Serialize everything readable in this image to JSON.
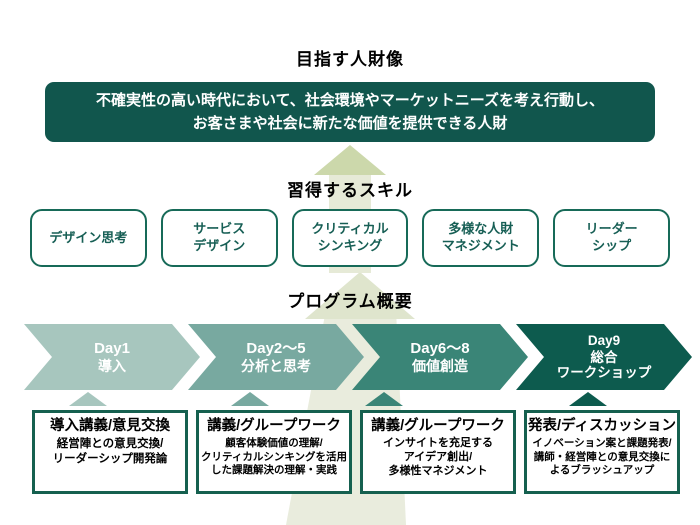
{
  "diagram": {
    "goal": {
      "heading": "目指す人財像",
      "statement": "不確実性の高い時代において、社会環境やマーケットニーズを考え行動し、\nお客さまや社会に新たな価値を提供できる人財"
    },
    "skills": {
      "heading": "習得するスキル",
      "items": [
        {
          "label": "デザイン思考"
        },
        {
          "label": "サービス\nデザイン"
        },
        {
          "label": "クリティカル\nシンキング"
        },
        {
          "label": "多様な人財\nマネジメント"
        },
        {
          "label": "リーダー\nシップ"
        }
      ]
    },
    "program": {
      "heading": "プログラム概要",
      "phases": [
        {
          "day": "Day1",
          "label": "導入",
          "color": "#a7c6be"
        },
        {
          "day": "Day2〜5",
          "label": "分析と思考",
          "color": "#78a9a0"
        },
        {
          "day": "Day6〜8",
          "label": "価値創造",
          "color": "#3a8577"
        },
        {
          "day": "Day9",
          "label": "総合\nワークショップ",
          "color": "#0d5b4e"
        }
      ],
      "details": [
        {
          "title": "導入講義/意見交換",
          "body": "経営陣との意見交換/\nリーダーシップ開発論"
        },
        {
          "title": "講義/グループワーク",
          "body": "顧客体験価値の理解/\nクリティカルシンキングを活用\nした課題解決の理解・実践"
        },
        {
          "title": "講義/グループワーク",
          "body": "インサイトを充足する\nアイデア創出/\n多様性マネジメント"
        },
        {
          "title": "発表/ディスカッション",
          "body": "イノベーション案と課題発表/\n講師・経営陣との意見交換に\nよるブラッシュアップ"
        }
      ]
    },
    "colors": {
      "goal_box_bg": "#11564d",
      "goal_box_text": "#ffffff",
      "outline": "#15604f",
      "skill_text": "#175f55",
      "arrow_head": "#ccd8ab",
      "arrow_body": "#e7ead8"
    }
  }
}
